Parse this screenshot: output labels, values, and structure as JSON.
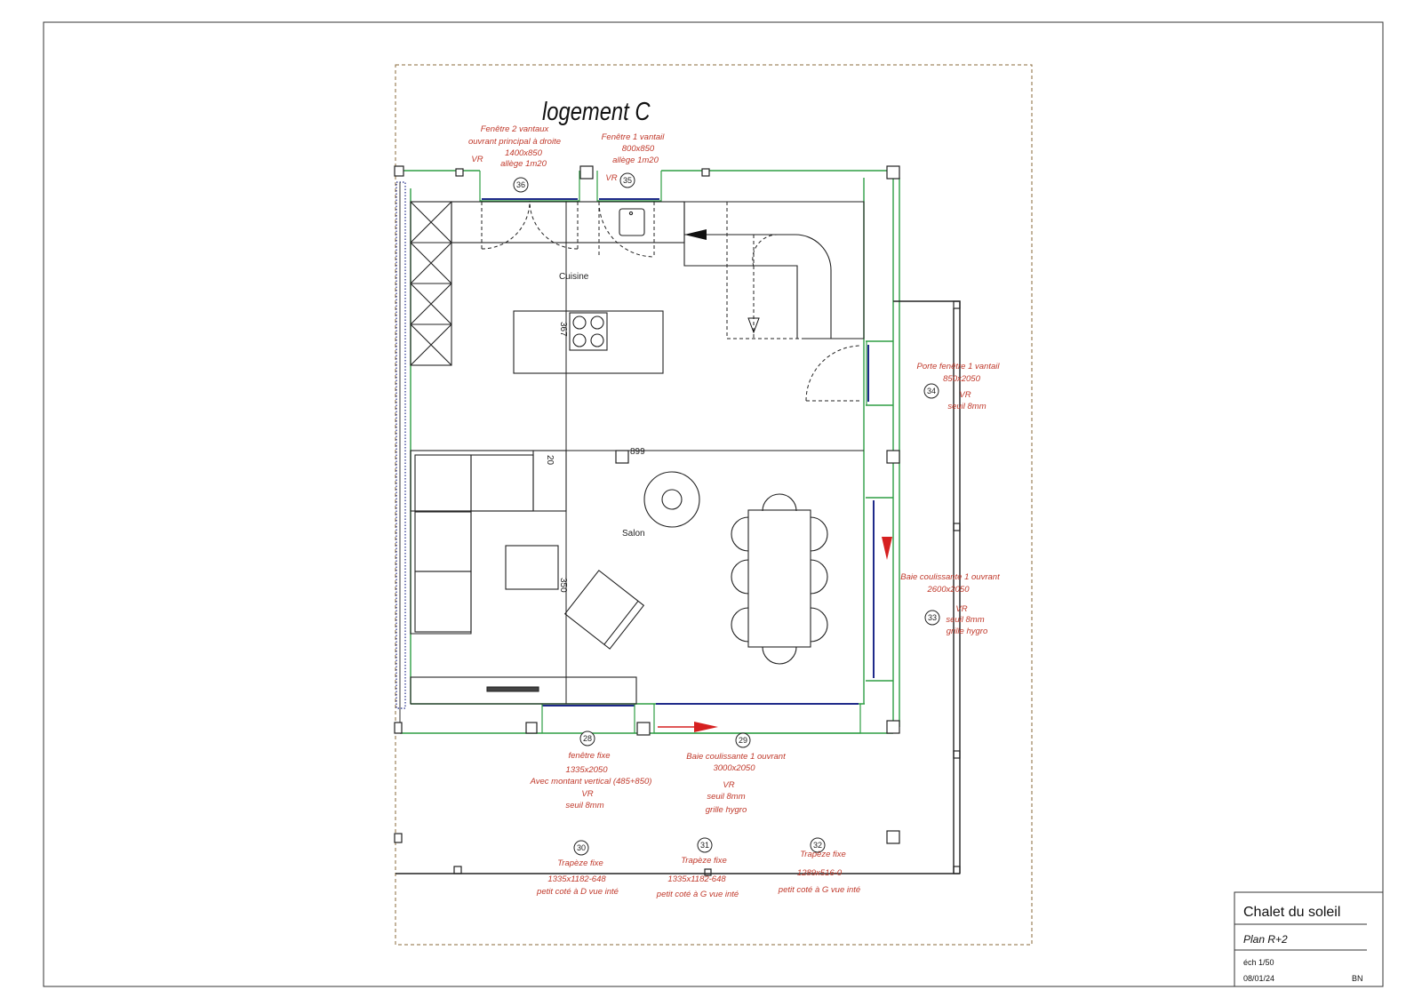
{
  "title": "logement C",
  "rooms": {
    "kitchen": "Cuisine",
    "living": "Salon"
  },
  "dims": {
    "width": "899",
    "kitchen_depth": "367",
    "living_depth": "350",
    "small": "20"
  },
  "openings": {
    "o36": {
      "num": "36",
      "lines": [
        "Fenêtre 2 vantaux",
        "ouvrant principal à droite",
        "1400x850",
        "allège 1m20"
      ],
      "vr": "VR"
    },
    "o35": {
      "num": "35",
      "lines": [
        "Fenêtre 1 vantail",
        "800x850",
        "allège 1m20"
      ],
      "vr": "VR"
    },
    "o34": {
      "num": "34",
      "lines": [
        "Porte fenêtre 1 vantail",
        "850x2050",
        "VR",
        "seuil 8mm"
      ]
    },
    "o33": {
      "num": "33",
      "lines": [
        "Baie coulissante 1 ouvrant",
        "2600x2050",
        "VR",
        "seuil 8mm",
        "grille hygro"
      ]
    },
    "o28": {
      "num": "28",
      "lines": [
        "fenêtre fixe",
        "1335x2050",
        "Avec montant vertical (485+850)",
        "VR",
        "seuil 8mm"
      ]
    },
    "o29": {
      "num": "29",
      "lines": [
        "Baie coulissante 1 ouvrant",
        "3000x2050",
        "VR",
        "seuil 8mm",
        "grille hygro"
      ]
    },
    "o30": {
      "num": "30",
      "lines": [
        "Trapèze fixe",
        "1335x1182-648",
        "petit coté à D vue inté"
      ]
    },
    "o31": {
      "num": "31",
      "lines": [
        "Trapèze fixe",
        "1335x1182-648",
        "petit coté à G vue inté"
      ]
    },
    "o32": {
      "num": "32",
      "lines": [
        "Trapèze fixe",
        "1289x516-0",
        "petit coté à G vue inté"
      ]
    }
  },
  "cartouche": {
    "project": "Chalet du soleil",
    "plan": "Plan R+2",
    "scale": "éch 1/50",
    "date": "08/01/24",
    "author": "BN"
  },
  "colors": {
    "annotation": "#c0392b",
    "wall": "#2e9e44",
    "frame": "#1f2a8a",
    "stroke": "#222222",
    "dashed": "#8a6a3a"
  }
}
